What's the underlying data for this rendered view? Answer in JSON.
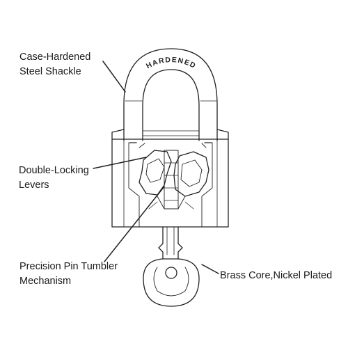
{
  "diagram": {
    "engraving": "HARDENED",
    "labels": {
      "shackle": [
        "Case-Hardened",
        "Steel Shackle"
      ],
      "levers": [
        "Double-Locking",
        "Levers"
      ],
      "tumbler": [
        "Precision Pin Tumbler",
        "Mechanism"
      ],
      "brass": "Brass Core,Nickel Plated"
    },
    "colors": {
      "line": "#222222",
      "text": "#1a1a1a",
      "background": "#ffffff"
    }
  }
}
